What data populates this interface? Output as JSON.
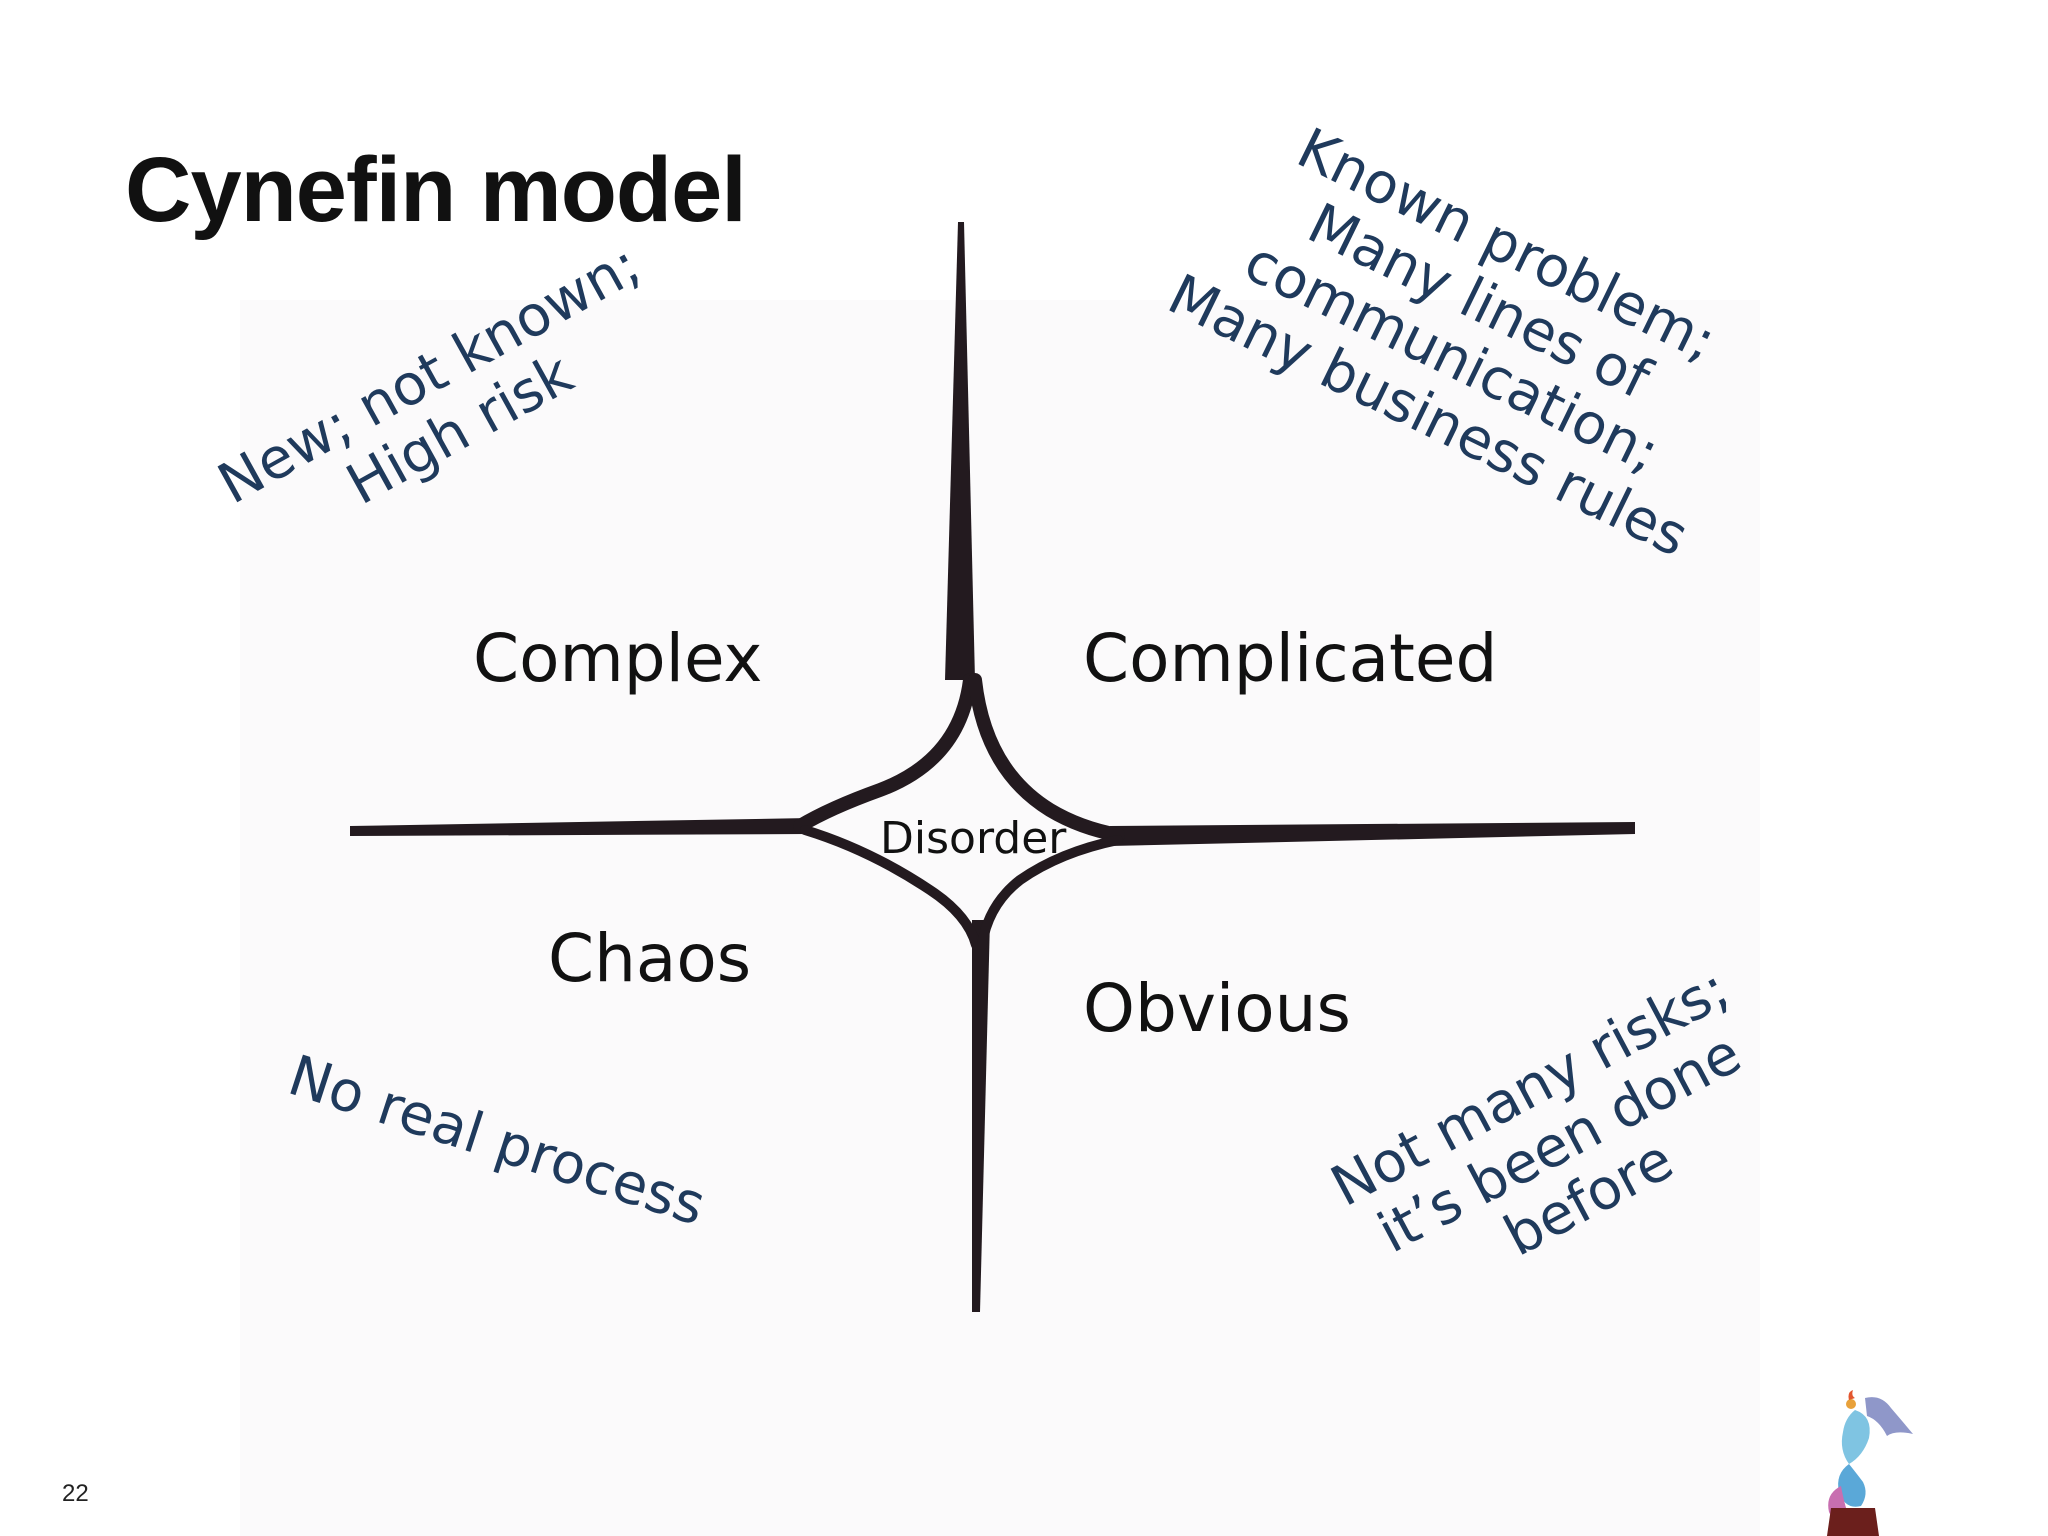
{
  "slide": {
    "title": "Cynefin model",
    "page_number": "22"
  },
  "domains": {
    "complex": "Complex",
    "complicated": "Complicated",
    "chaos": "Chaos",
    "obvious": "Obvious",
    "disorder": "Disorder"
  },
  "notes": {
    "complex": "New; not known;\nHigh risk",
    "complicated": "Known problem;\nMany lines of\ncommunication;\nMany business rules",
    "chaos": "No real process",
    "obvious": "Not many risks;\nit’s been done\nbefore"
  },
  "colors": {
    "note_text": "#1f3a5c",
    "line": "#231a1f"
  },
  "icons": {
    "logo": "dragon-mascot-icon"
  }
}
